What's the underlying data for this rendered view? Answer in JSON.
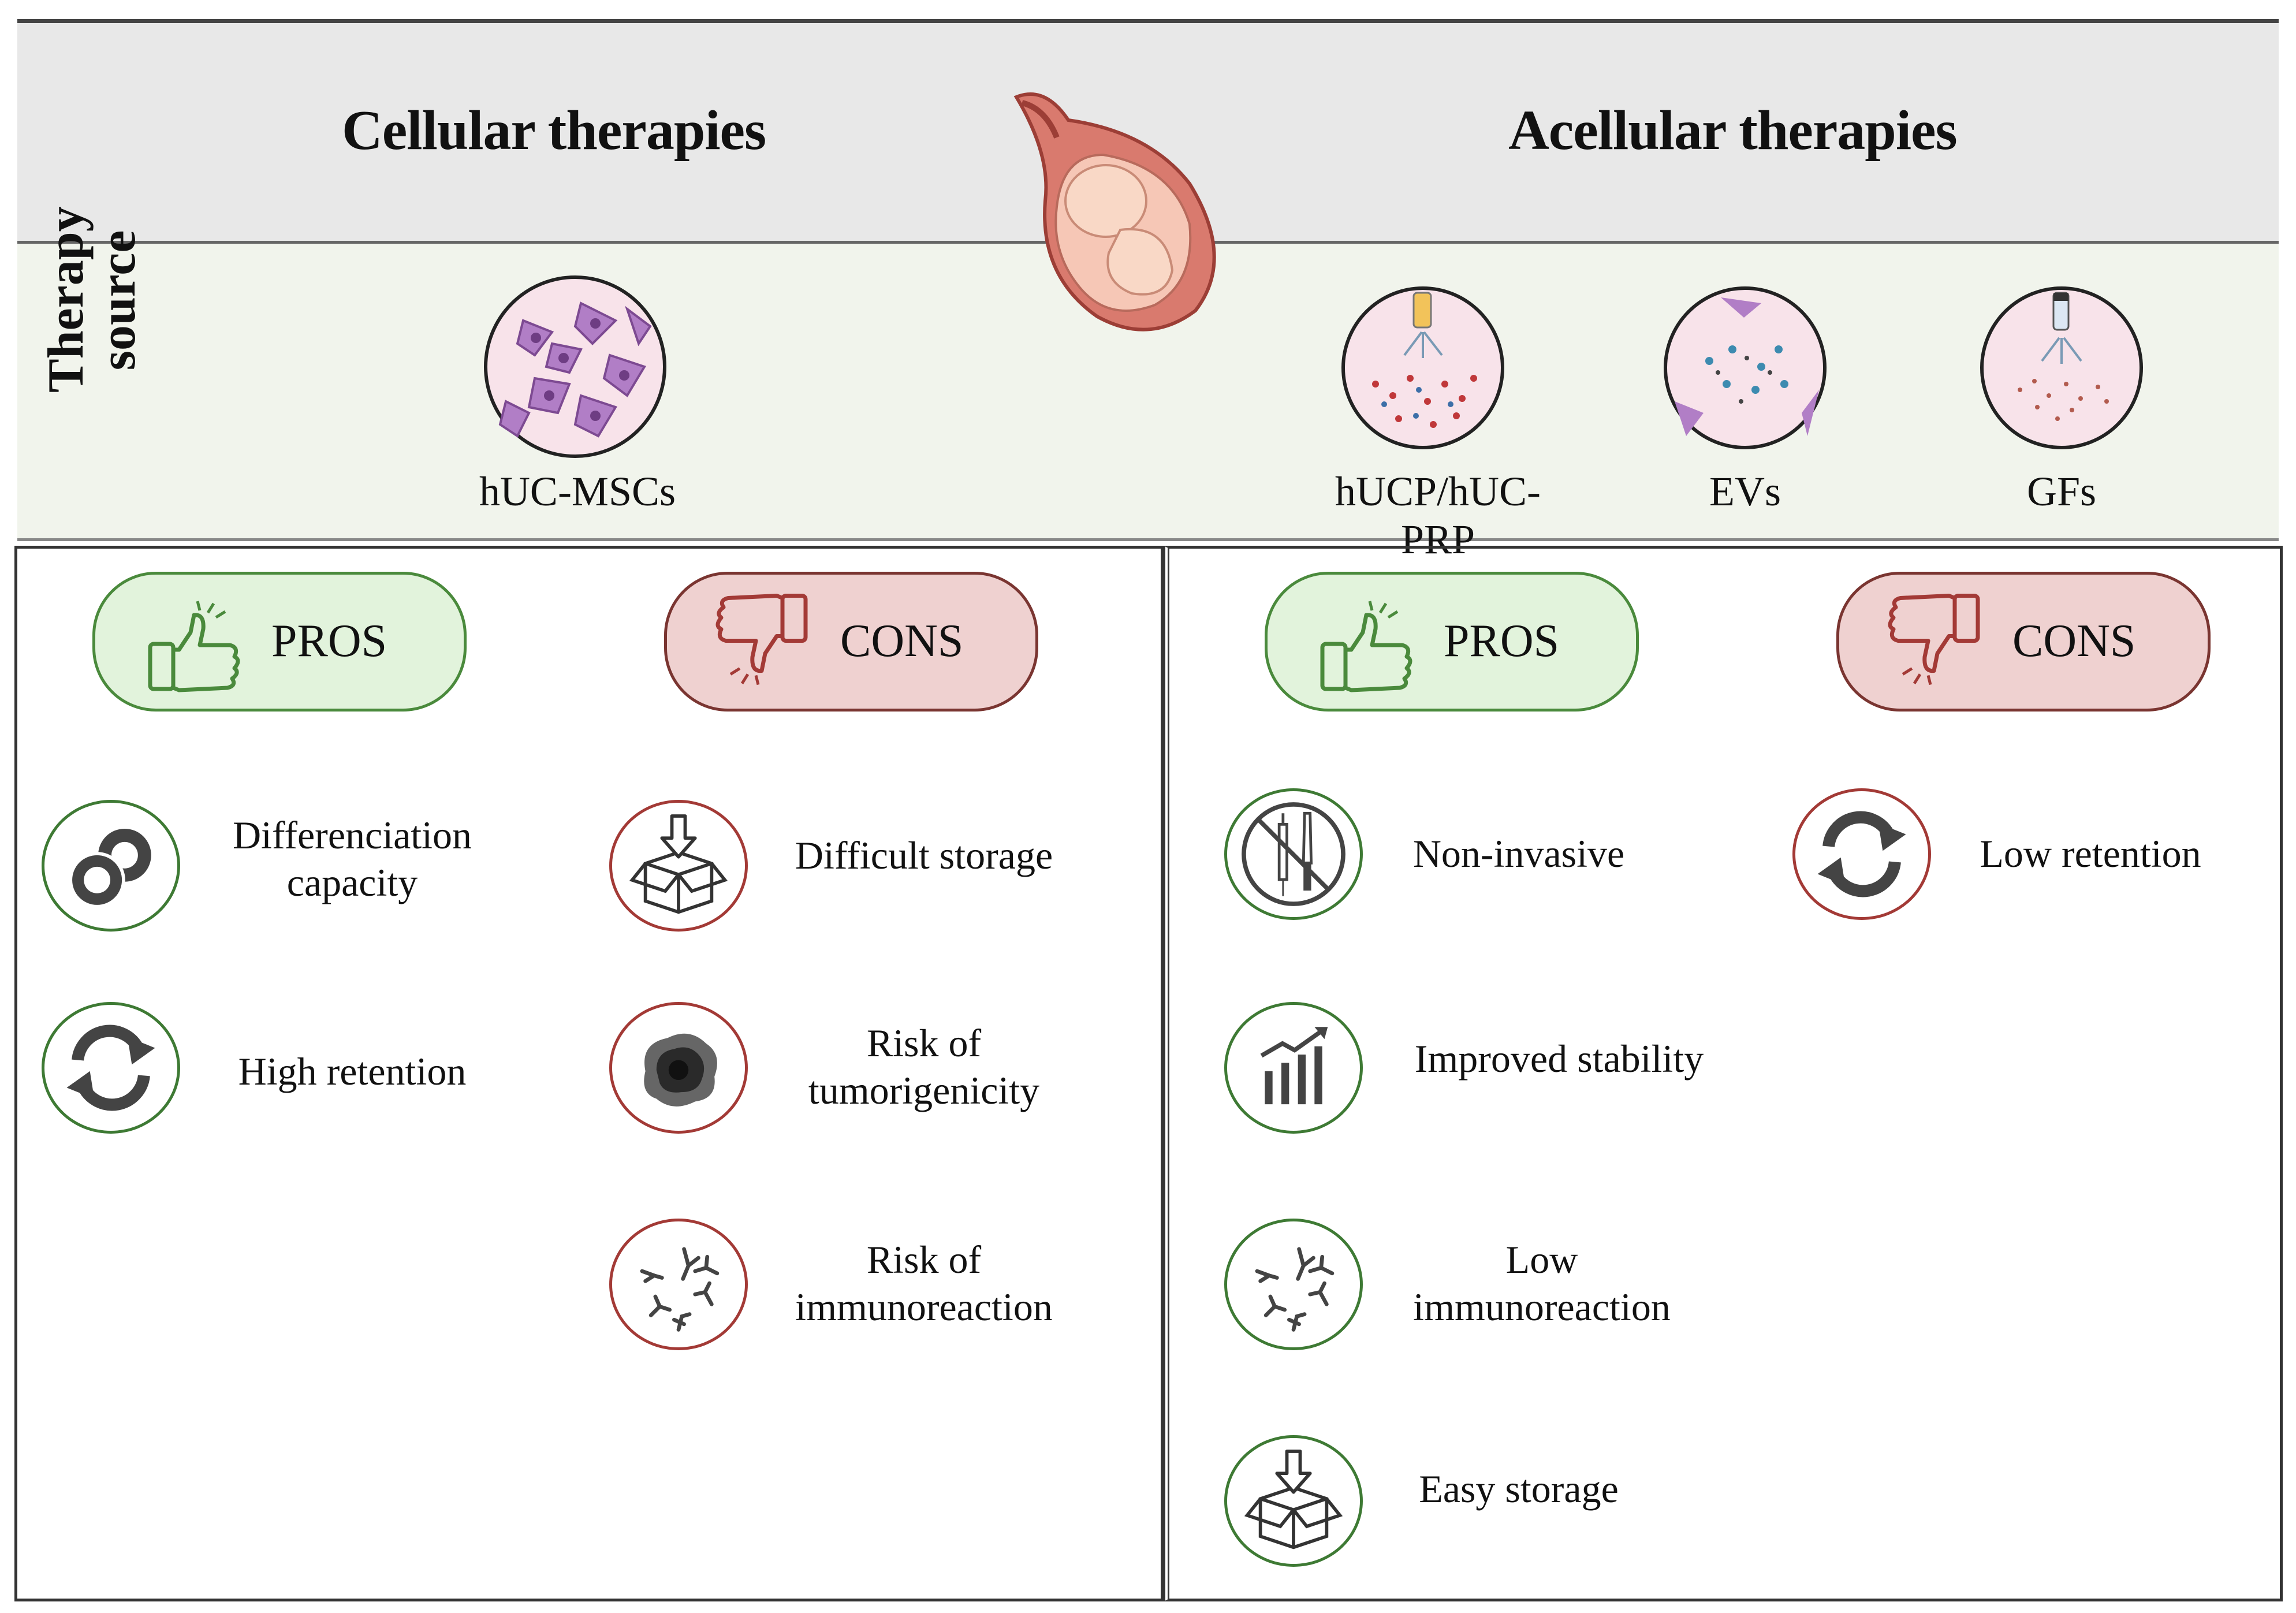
{
  "header": {
    "cellular_title": "Cellular therapies",
    "acellular_title": "Acellular therapies"
  },
  "source": {
    "row_label_line1": "Therapy",
    "row_label_line2": "source",
    "items": [
      {
        "label": "hUC-MSCs"
      },
      {
        "label": "hUCP/hUC-PRP"
      },
      {
        "label": "EVs"
      },
      {
        "label": "GFs"
      }
    ]
  },
  "cellular": {
    "pros_label": "PROS",
    "cons_label": "CONS",
    "pros": [
      {
        "line1": "Differenciation",
        "line2": "capacity",
        "icon": "cells-icon"
      },
      {
        "line1": "High retention",
        "line2": "",
        "icon": "cycle-arrows-icon"
      }
    ],
    "cons": [
      {
        "line1": "Difficult storage",
        "line2": "",
        "icon": "box-icon"
      },
      {
        "line1": "Risk of",
        "line2": "tumorigenicity",
        "icon": "tumor-icon"
      },
      {
        "line1": "Risk of",
        "line2": "immunoreaction",
        "icon": "antibodies-icon"
      }
    ]
  },
  "acellular": {
    "pros_label": "PROS",
    "cons_label": "CONS",
    "pros": [
      {
        "line1": "Non-invasive",
        "line2": "",
        "icon": "no-syringe-scalpel-icon"
      },
      {
        "line1": "Improved stability",
        "line2": "",
        "icon": "rising-chart-icon"
      },
      {
        "line1": "Low",
        "line2": "immunoreaction",
        "icon": "antibodies-icon"
      },
      {
        "line1": "Easy storage",
        "line2": "",
        "icon": "box-icon"
      }
    ],
    "cons": [
      {
        "line1": "Low retention",
        "line2": "",
        "icon": "cycle-arrows-icon"
      }
    ]
  },
  "colors": {
    "pro_fill": "#e2f3dc",
    "pro_border": "#4a8a3c",
    "con_fill": "#efd1d0",
    "con_border": "#7a3531",
    "header_bg": "#e8e8e8",
    "source_bg": "#f1f4ec"
  }
}
